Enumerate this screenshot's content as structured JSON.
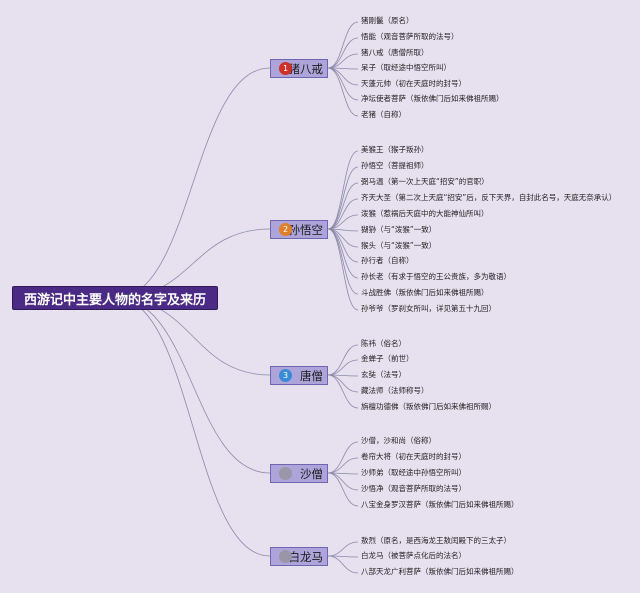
{
  "title": "西游记中主要人物的名字及来历",
  "colors": {
    "background": "#e6e0ef",
    "root_fill": "#4b2a86",
    "branch_fill": "#ada5da",
    "line": "#8a8aa8"
  },
  "branches": [
    {
      "name": "猪八戒",
      "badge": "1",
      "badge_color": "#d0302a",
      "leaves": [
        "猪刚鬣（原名）",
        "悟能（观音菩萨所取的法号）",
        "猪八戒（唐僧所取）",
        "呆子（取经途中悟空所叫）",
        "天蓬元帅（初在天庭时的封号）",
        "净坛使者菩萨（叛依佛门后如来佛祖所赐）",
        "老猪（自称）"
      ]
    },
    {
      "name": "孙悟空",
      "badge": "2",
      "badge_color": "#e07f2b",
      "leaves": [
        "美猴王（猴子叛孙）",
        "孙悟空（菩提祖师）",
        "弼马温（第一次上天庭“招安”的官职）",
        "齐天大圣（第二次上天庭“招安”后，反下天界，自封此名号，天庭无奈承认）",
        "泼猴（惹祸后天庭中的大能神仙所叫）",
        "猢狲（与“泼猴”一致）",
        "猴头（与“泼猴”一致）",
        "孙行者（自称）",
        "孙长老（有求于悟空的王公贵族，多为敬语）",
        "斗战胜佛（叛依佛门后如来佛祖所赐）",
        "孙爷爷（罗刹女所叫，详见第五十九回）"
      ]
    },
    {
      "name": "唐僧",
      "badge": "3",
      "badge_color": "#3a8ad8",
      "leaves": [
        "陈祎（俗名）",
        "金蝉子（前世）",
        "玄奘（法号）",
        "藏法师（法师称号）",
        "旃檀功德佛（叛依佛门后如来佛祖所赐）"
      ]
    },
    {
      "name": "沙僧",
      "badge": "",
      "badge_color": "#9a96a8",
      "leaves": [
        "沙僧，沙和尚（俗称）",
        "卷帘大将（初在天庭时的封号）",
        "沙师弟（取经途中孙悟空所叫）",
        "沙悟净（观音菩萨所取的法号）",
        "八宝金身罗汉菩萨（叛依佛门后如来佛祖所赐）"
      ]
    },
    {
      "name": "白龙马",
      "badge": "",
      "badge_color": "#9a96a8",
      "leaves": [
        "敖烈（原名，是西海龙王敖闰殿下的三太子）",
        "白龙马（被菩萨点化后的法名）",
        "八部天龙广利菩萨（叛依佛门后如来佛祖所赐）"
      ]
    }
  ]
}
